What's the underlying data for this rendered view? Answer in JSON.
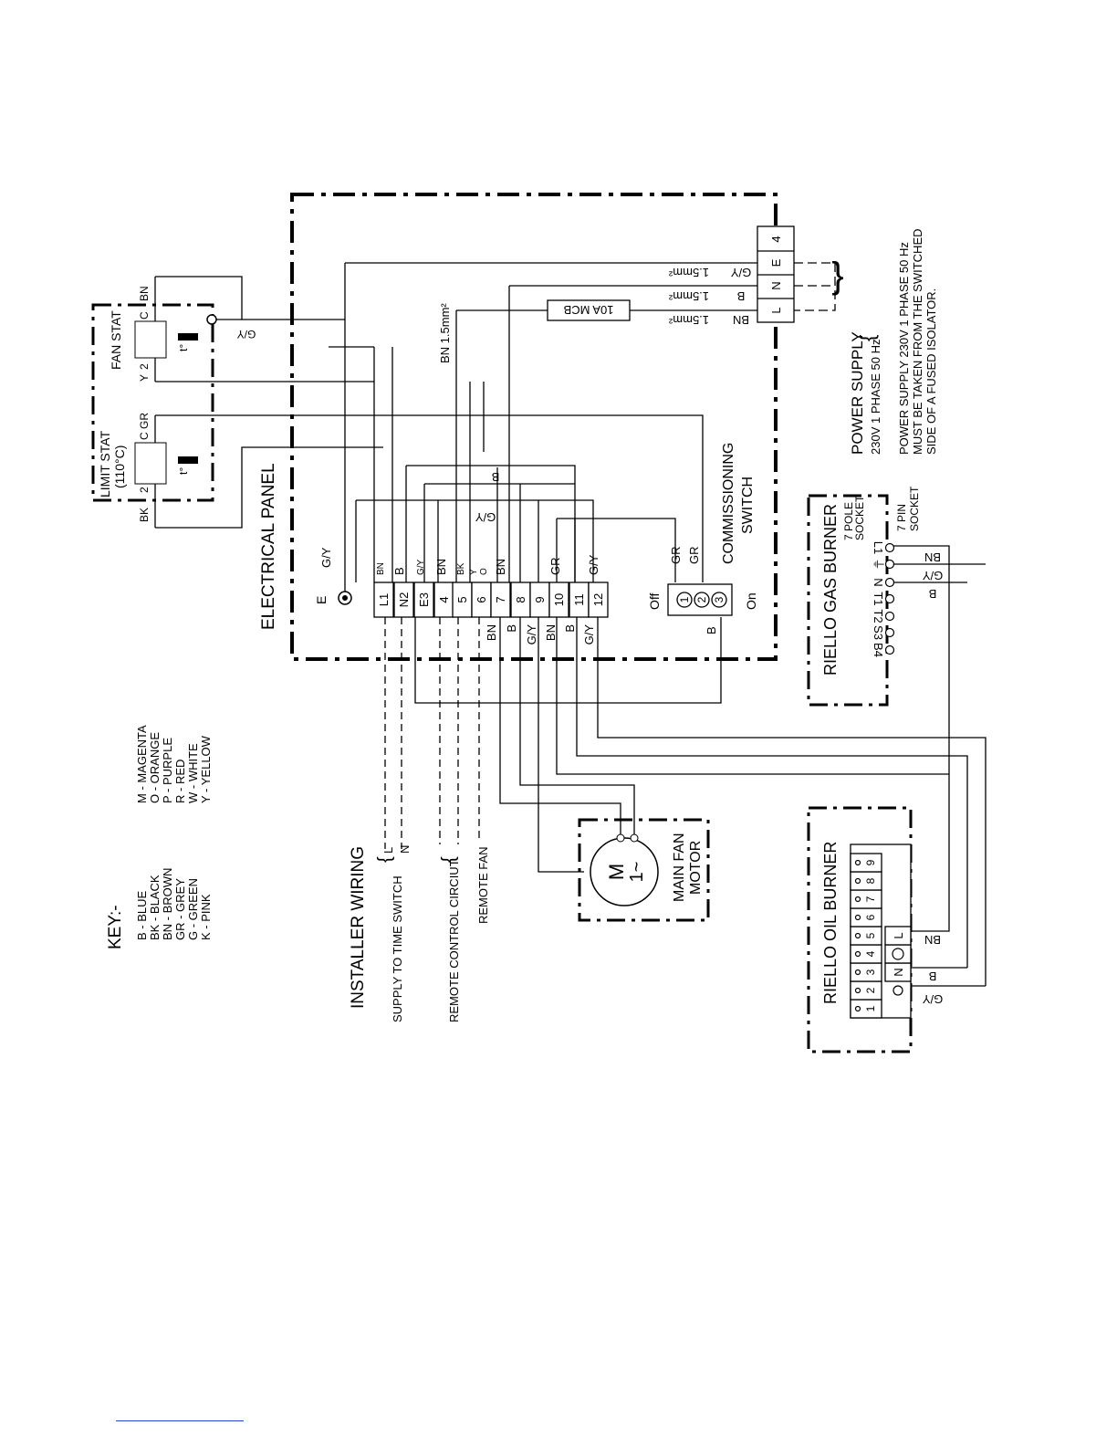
{
  "diagram": {
    "panel_title": "ELECTRICAL PANEL",
    "fan_stat": {
      "title": "FAN STAT",
      "terminals": [
        "C",
        "2"
      ],
      "wires": [
        "BN",
        "Y"
      ],
      "symbol": "t°"
    },
    "limit_stat": {
      "title": "LIMIT STAT",
      "rating": "(110°C)",
      "terminals": [
        "C",
        "2"
      ],
      "wires": [
        "GR",
        "BK"
      ],
      "symbol": "t°"
    },
    "earth_label": "E",
    "earth_wire": "G/Y",
    "bn_feed": "BN 1.5mm²",
    "mcb_label": "10A MCB",
    "supply_lines": [
      {
        "wire": "G/Y",
        "size": "1.5mm²"
      },
      {
        "wire": "B",
        "size": "1.5mm²"
      },
      {
        "wire": "BN",
        "size": "1.5mm²"
      }
    ],
    "supply_terminals": [
      "L",
      "N",
      "E",
      "4"
    ],
    "terminal_strip": [
      "L1",
      "N2",
      "E3",
      "4",
      "5",
      "6",
      "7",
      "8",
      "9",
      "10",
      "11",
      "12"
    ],
    "strip_top_wires": [
      "BN",
      "B",
      "G/Y",
      "BN",
      "BK",
      "Y",
      "O",
      "BN",
      "",
      "GR",
      "",
      "G/Y"
    ],
    "strip_bottom_wires": [
      "BN",
      "B",
      "G/Y",
      "BN",
      "B",
      "G/Y"
    ],
    "upper_bus_labels": [
      "B",
      "G/Y"
    ],
    "commissioning_switch": {
      "title_line1": "COMMISSIONING",
      "title_line2": "SWITCH",
      "positions": [
        "1",
        "2",
        "3"
      ],
      "off_label": "Off",
      "on_label": "On",
      "wires": [
        "GR",
        "GR",
        "B"
      ]
    },
    "power_supply": {
      "title": "POWER SUPPLY",
      "spec": "230V 1 PHASE 50 Hz",
      "note_lines": [
        "POWER SUPPLY 230V 1 PHASE 50 Hz",
        "MUST BE TAKEN FROM THE SWITCHED",
        "SIDE OF A FUSED ISOLATOR."
      ]
    },
    "gas_burner": {
      "title": "RIELLO GAS BURNER",
      "socket_7pole": [
        "7 POLE",
        "SOCKET"
      ],
      "socket_7pin": [
        "7 PIN",
        "SOCKET"
      ],
      "pins": [
        "L1",
        "N",
        "T1",
        "T2",
        "S3",
        "B4"
      ],
      "earth_pin": "⏚",
      "wires": [
        "BN",
        "G/Y",
        "B"
      ]
    },
    "motor": {
      "title_line1": "MAIN FAN",
      "title_line2": "MOTOR",
      "symbol": "M",
      "phase": "1~"
    },
    "oil_burner": {
      "title": "RIELLO OIL BURNER",
      "terminals": [
        "1",
        "2",
        "3",
        "4",
        "5",
        "6",
        "7",
        "8",
        "9"
      ],
      "bottom_row": [
        "N",
        "L"
      ],
      "wires": [
        "BN",
        "B",
        "G/Y"
      ]
    },
    "installer": {
      "title": "INSTALLER WIRING",
      "supply": "SUPPLY TO TIME SWITCH",
      "supply_ln": [
        "L",
        "N"
      ],
      "remote_circuit": "REMOTE CONTROL CIRCIUT",
      "remote_fan": "REMOTE FAN"
    },
    "key": {
      "title": "KEY:-",
      "col1": [
        "B  - BLUE",
        "BK - BLACK",
        "BN - BROWN",
        "GR - GREY",
        "G  - GREEN",
        "K  - PINK"
      ],
      "col2": [
        "M - MAGENTA",
        "O - ORANGE",
        "P - PURPLE",
        "R - RED",
        "W - WHITE",
        "Y - YELLOW"
      ]
    }
  }
}
